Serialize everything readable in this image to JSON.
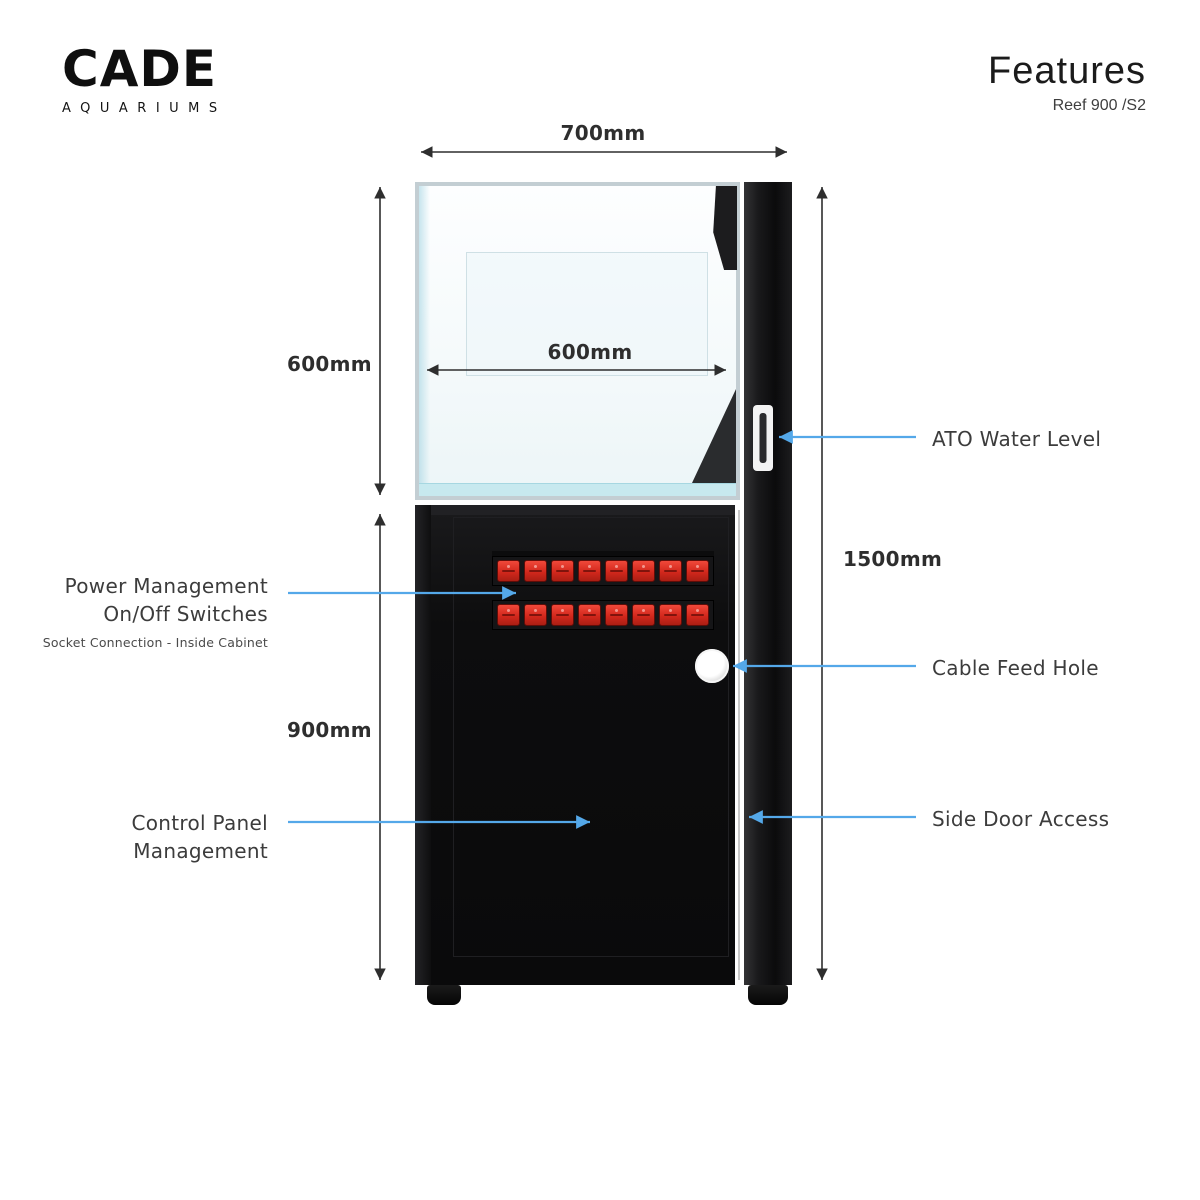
{
  "brand": {
    "name": "CADE",
    "tagline": "AQUARIUMS"
  },
  "header": {
    "title": "Features",
    "subtitle": "Reef 900 /S2"
  },
  "dimensions": {
    "tank_width": "700mm",
    "tank_height": "600mm",
    "tank_inner_width": "600mm",
    "total_height": "1500mm",
    "cabinet_height": "900mm"
  },
  "callouts": {
    "ato": "ATO Water Level",
    "power_line1": "Power Management",
    "power_line2": "On/Off Switches",
    "power_sub": "Socket Connection - Inside Cabinet",
    "cable": "Cable Feed Hole",
    "control_line1": "Control Panel",
    "control_line2": "Management",
    "side_door": "Side Door Access"
  },
  "colors": {
    "accent_blue": "#54a8e9",
    "dimension_dark": "#2e2e2e",
    "cabinet_black": "#0d0d0e",
    "switch_red": "#d3281c"
  },
  "illustration": {
    "switch_rows": 2,
    "switches_per_row": 8
  }
}
